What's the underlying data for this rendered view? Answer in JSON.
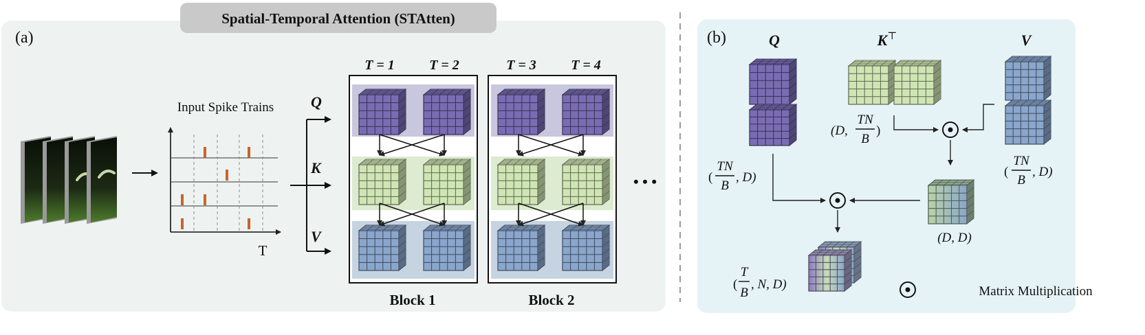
{
  "title": "Spatial-Temporal Attention (STAtten)",
  "panel_a": {
    "label": "(a)",
    "spike_title": "Input Spike Trains",
    "spike_axis": "T",
    "q": "Q",
    "k": "K",
    "v": "V",
    "t_labels": [
      "T = 1",
      "T = 2",
      "T = 3",
      "T = 4"
    ],
    "block_labels": [
      "Block 1",
      "Block 2"
    ],
    "ellipsis": "• • •"
  },
  "panel_b": {
    "label": "(b)",
    "q": "Q",
    "kt": "K",
    "kt_sup": "⊤",
    "v": "V",
    "dim_q_open": "(",
    "dim_q_frac_num": "TN",
    "dim_q_frac_den": "B",
    "dim_q_rest": ", D)",
    "dim_kt_open": "(D,",
    "dim_kt_frac_num": "TN",
    "dim_kt_frac_den": "B",
    "dim_kt_close": ")",
    "dim_v_open": "(",
    "dim_v_frac_num": "TN",
    "dim_v_frac_den": "B",
    "dim_v_rest": ", D)",
    "dim_dd": "(D, D)",
    "dim_out_open": "(",
    "dim_out_frac_num": "T",
    "dim_out_frac_den": "B",
    "dim_out_rest": ", N, D)",
    "legend": "Matrix Multiplication"
  },
  "colors": {
    "q": "#7a6cb3",
    "k": "#cfe5b4",
    "v": "#8aa6cc",
    "spike": "#c8652a",
    "panel_bg": "#eef3f1",
    "panel_b_bg": "#e8f4f6",
    "title_bg": "#c9c9c9"
  }
}
